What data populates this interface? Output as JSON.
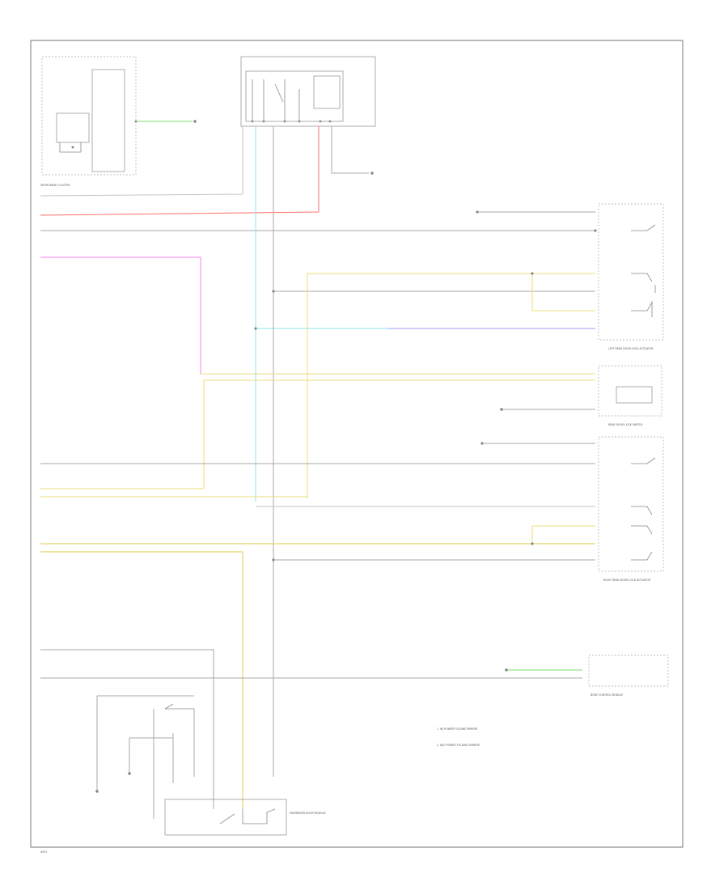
{
  "labels": {
    "instrument_cluster": "INSTRUMENT CLUSTER",
    "left_rear_door_lock": "LEFT REAR DOOR LOCK ACTUATOR",
    "rear_door_lock_switch": "REAR DOOR LOCK SWITCH",
    "right_rear_door_lock": "RIGHT REAR DOOR LOCK ACTUATOR",
    "body_control_module": "BODY CONTROL MODULE",
    "passenger_door_module": "PASSENGER DOOR MODULE",
    "grid_id": "A001"
  },
  "legend": {
    "item1": "1. W/ POWER FOLDING MIRROR",
    "item2": "2. W/O POWER FOLDING MIRROR"
  },
  "colors": {
    "red": "#ff6f6f",
    "pink": "#ff7cf2",
    "yellow": "#ecdc7c",
    "cyan": "#88e6ec",
    "blue": "#9d9df0",
    "green": "#7ddf6a",
    "gray": "#c4c4c4"
  }
}
